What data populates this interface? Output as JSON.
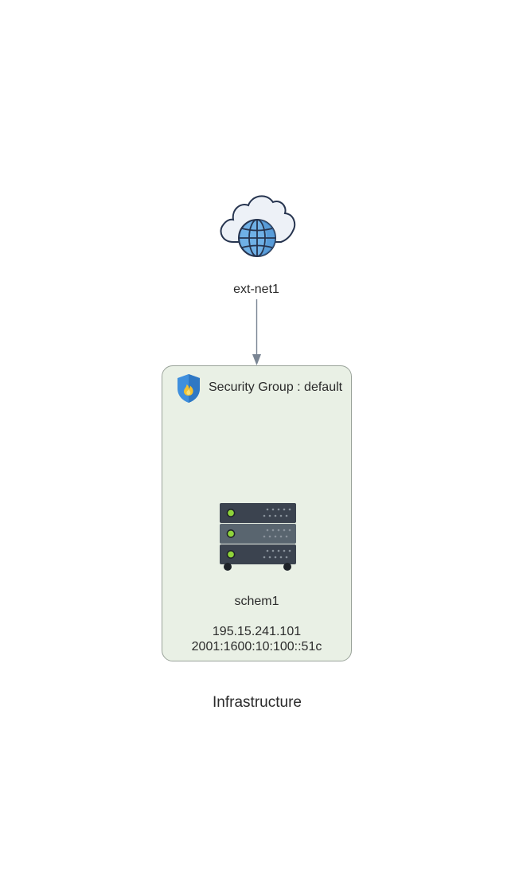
{
  "diagram": {
    "caption": "Infrastructure",
    "external_network": {
      "label": "ext-net1",
      "icon": "cloud-globe-icon"
    },
    "security_group": {
      "title": "Security Group : default",
      "icon": "shield-flame-icon",
      "fill_color": "#e9f0e5",
      "border_color": "#9aa39a",
      "server": {
        "name": "schem1",
        "ipv4": "195.15.241.101",
        "ipv6": "2001:1600:10:100::51c",
        "icon": "server-rack-icon"
      }
    },
    "edges": [
      {
        "from": "ext-net1",
        "to": "Security Group : default",
        "color": "#7a8593"
      }
    ]
  }
}
